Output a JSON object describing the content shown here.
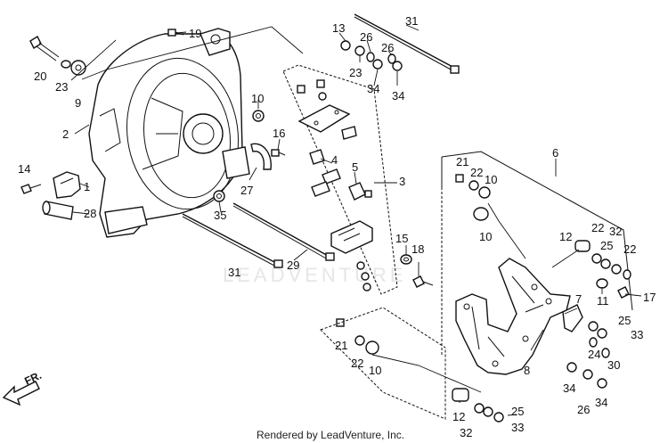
{
  "diagram": {
    "watermark": "LEADVENTURE",
    "footer": "Rendered by LeadVenture, Inc.",
    "direction_label": "FR.",
    "callouts": [
      {
        "id": "c19",
        "text": "19"
      },
      {
        "id": "c20",
        "text": "20"
      },
      {
        "id": "c23a",
        "text": "23"
      },
      {
        "id": "c9",
        "text": "9"
      },
      {
        "id": "c2",
        "text": "2"
      },
      {
        "id": "c14",
        "text": "14"
      },
      {
        "id": "c1",
        "text": "1"
      },
      {
        "id": "c28",
        "text": "28"
      },
      {
        "id": "c10a",
        "text": "10"
      },
      {
        "id": "c16",
        "text": "16"
      },
      {
        "id": "c27",
        "text": "27"
      },
      {
        "id": "c35",
        "text": "35"
      },
      {
        "id": "c31a",
        "text": "31"
      },
      {
        "id": "c29",
        "text": "29"
      },
      {
        "id": "c31b",
        "text": "31"
      },
      {
        "id": "c13",
        "text": "13"
      },
      {
        "id": "c26a",
        "text": "26"
      },
      {
        "id": "c26b",
        "text": "26"
      },
      {
        "id": "c23b",
        "text": "23"
      },
      {
        "id": "c34a",
        "text": "34"
      },
      {
        "id": "c34b",
        "text": "34"
      },
      {
        "id": "c4",
        "text": "4"
      },
      {
        "id": "c5",
        "text": "5"
      },
      {
        "id": "c3",
        "text": "3"
      },
      {
        "id": "c15",
        "text": "15"
      },
      {
        "id": "c18",
        "text": "18"
      },
      {
        "id": "c6",
        "text": "6"
      },
      {
        "id": "c21a",
        "text": "21"
      },
      {
        "id": "c22a",
        "text": "22"
      },
      {
        "id": "c10b",
        "text": "10"
      },
      {
        "id": "c10c",
        "text": "10"
      },
      {
        "id": "c12a",
        "text": "12"
      },
      {
        "id": "c22b",
        "text": "22"
      },
      {
        "id": "c32a",
        "text": "32"
      },
      {
        "id": "c25a",
        "text": "25"
      },
      {
        "id": "c22c",
        "text": "22"
      },
      {
        "id": "c11",
        "text": "11"
      },
      {
        "id": "c17",
        "text": "17"
      },
      {
        "id": "c7",
        "text": "7"
      },
      {
        "id": "c25b",
        "text": "25"
      },
      {
        "id": "c33a",
        "text": "33"
      },
      {
        "id": "c24",
        "text": "24"
      },
      {
        "id": "c30",
        "text": "30"
      },
      {
        "id": "c21b",
        "text": "21"
      },
      {
        "id": "c22d",
        "text": "22"
      },
      {
        "id": "c10d",
        "text": "10"
      },
      {
        "id": "c8",
        "text": "8"
      },
      {
        "id": "c34c",
        "text": "34"
      },
      {
        "id": "c26c",
        "text": "26"
      },
      {
        "id": "c34d",
        "text": "34"
      },
      {
        "id": "c12b",
        "text": "12"
      },
      {
        "id": "c25c",
        "text": "25"
      },
      {
        "id": "c32b",
        "text": "32"
      },
      {
        "id": "c33b",
        "text": "33"
      }
    ]
  }
}
